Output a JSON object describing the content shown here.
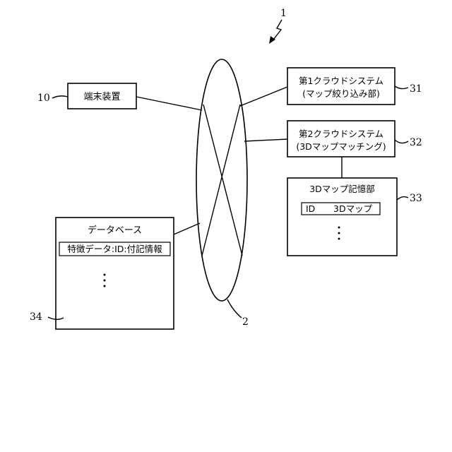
{
  "system": {
    "ref": "1"
  },
  "network": {
    "ref": "2"
  },
  "terminal": {
    "ref": "10",
    "label": "端末装置"
  },
  "cloud1": {
    "ref": "31",
    "line1": "第1クラウドシステム",
    "line2": "(マップ絞り込み部)"
  },
  "cloud2": {
    "ref": "32",
    "line1": "第2クラウドシステム",
    "line2": "(3Dマップマッチング)"
  },
  "storage": {
    "ref": "33",
    "title": "3Dマップ記憶部",
    "col_id": "ID",
    "col_map": "3Dマップ"
  },
  "database": {
    "ref": "34",
    "title": "データベース",
    "record": "特徴データ:ID:付記情報"
  }
}
